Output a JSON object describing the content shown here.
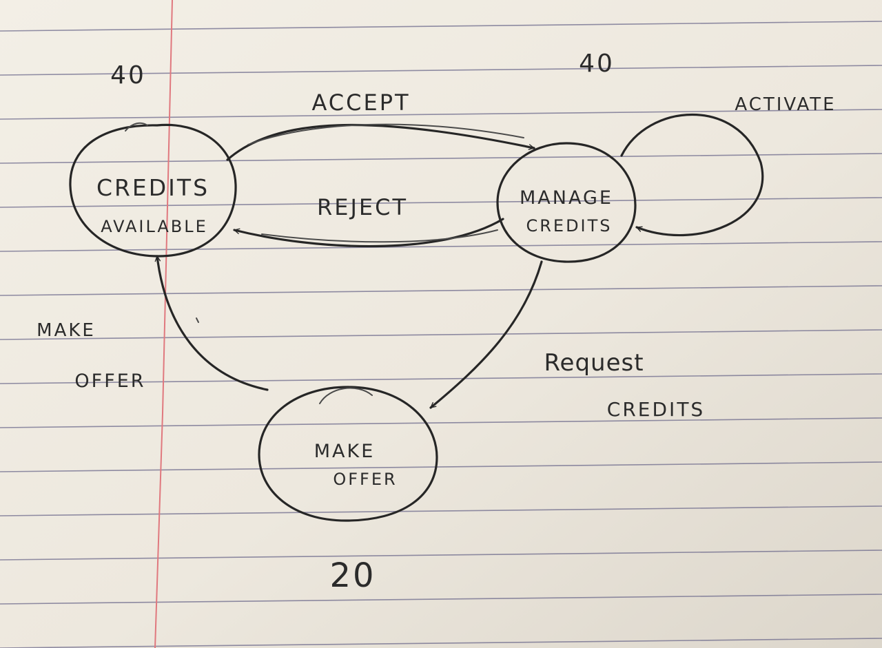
{
  "states": {
    "credits_available": {
      "label_line1": "CREDITS",
      "label_line2": "AVAILABLE",
      "value": "40"
    },
    "manage_credits": {
      "label_line1": "MANAGE",
      "label_line2": "CREDITS",
      "value": "40"
    },
    "make_offer": {
      "label_line1": "MAKE",
      "label_line2": "OFFER",
      "value": "20"
    }
  },
  "transitions": {
    "accept": "ACCEPT",
    "reject": "REJECT",
    "activate": "ACTIVATE",
    "request_credits_line1": "Request",
    "request_credits_line2": "CREDITS",
    "make_offer_line1": "MAKE",
    "make_offer_line2": "OFFER"
  },
  "colors": {
    "paper": "#f1ece3",
    "rule_line": "#6d6a8c",
    "margin_line": "#e0787e",
    "ink": "#262626"
  }
}
